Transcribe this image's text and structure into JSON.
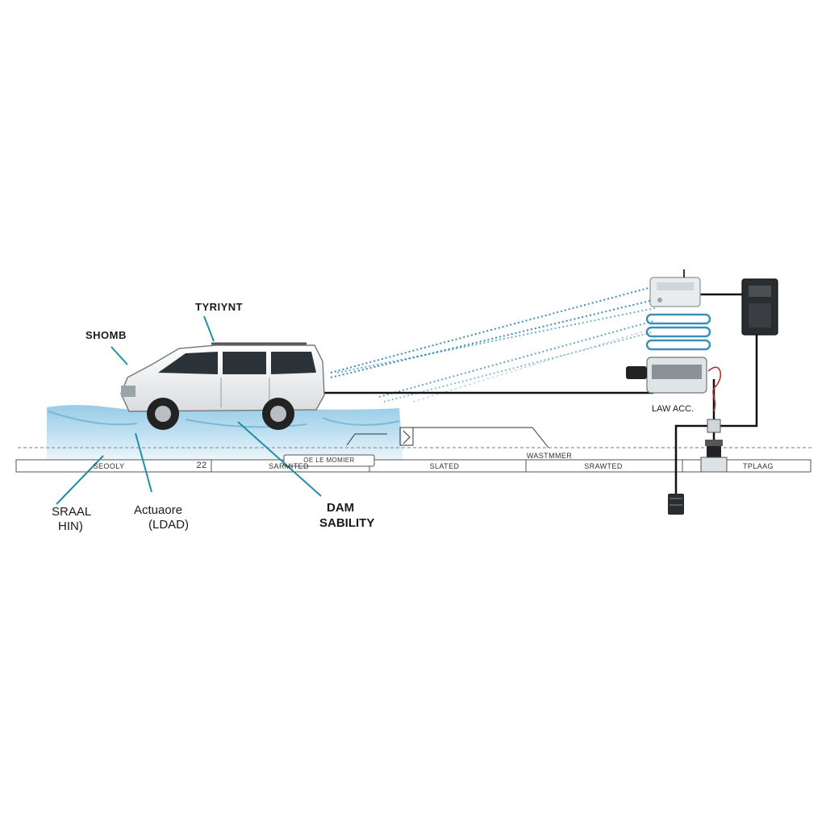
{
  "labels": {
    "tyrent": "TYRIYNT",
    "shomb": "SHOMB",
    "sraal_line1": "SRAAL",
    "sraal_line2": "HIN)",
    "actuator_line1": "Actuaore",
    "actuator_line2": "(LDAD)",
    "dam_line1": "DAM",
    "dam_line2": "SABILITY",
    "law_acc": "LAW ACC."
  },
  "track_cells": [
    "SEOOLY",
    "22",
    "SARMITED",
    "OE LE MOMIER",
    "SLATED",
    "WASTMMER",
    "SRAWTED",
    "TPLAAG"
  ],
  "colors": {
    "water": "#6fb3d6",
    "water_light": "#cfe6f2",
    "leader": "#1f8fa6",
    "wire": "#111111",
    "signal": "#3a8fb8"
  },
  "icons": {
    "vehicle": "suv-icon",
    "module": "control-module-icon",
    "box": "power-box-icon",
    "coil": "coil-icon",
    "sensor": "sensor-probe-icon"
  }
}
